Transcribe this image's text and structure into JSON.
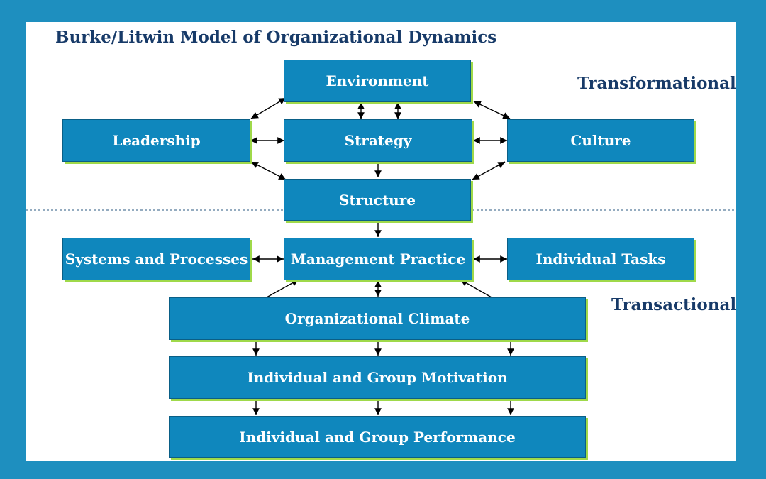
{
  "title": "Burke/Litwin Model of Organizational Dynamics",
  "labels": {
    "transformational": "Transformational",
    "transactional": "Transactional"
  },
  "boxes": {
    "environment": "Environment",
    "leadership": "Leadership",
    "strategy": "Strategy",
    "culture": "Culture",
    "structure": "Structure",
    "systems": "Systems and Processes",
    "management": "Management Practice",
    "tasks": "Individual Tasks",
    "climate": "Organizational Climate",
    "motivation": "Individual and Group Motivation",
    "performance": "Individual and Group Performance"
  },
  "colors": {
    "frame": "#1e8fbf",
    "box_fill": "#0f87bd",
    "box_shadow": "#9fd94a",
    "heading": "#173a68"
  }
}
